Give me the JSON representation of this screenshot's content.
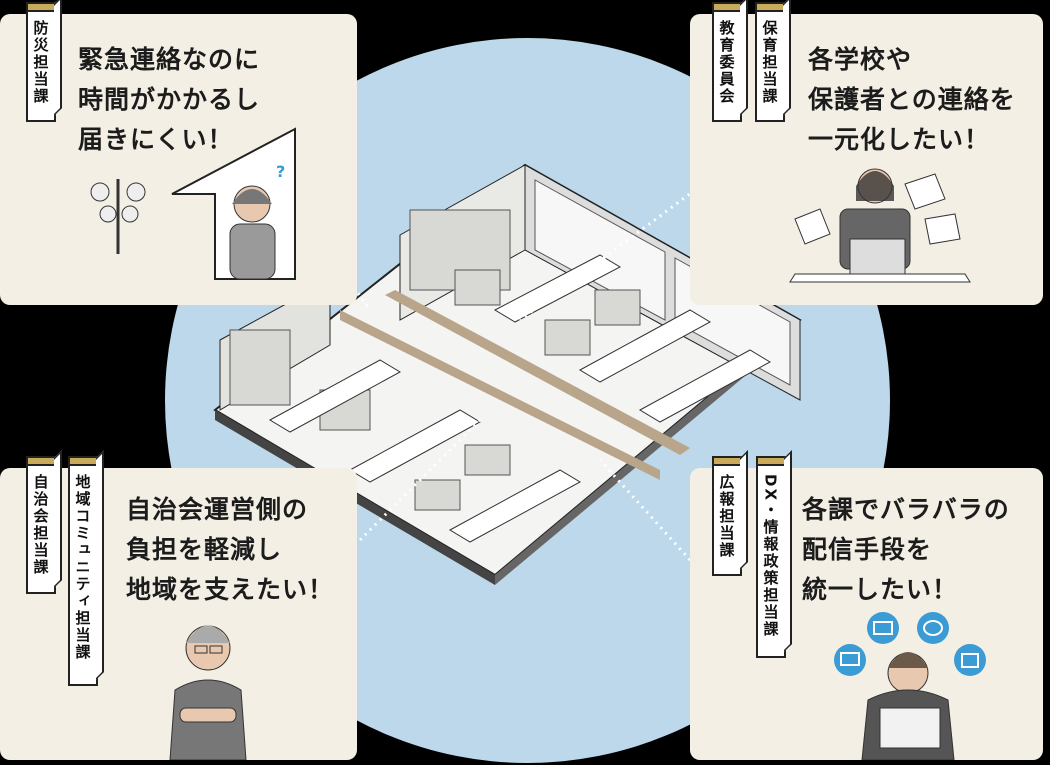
{
  "panels": [
    {
      "id": "disaster",
      "tags": [
        "防災担当課"
      ],
      "message": [
        "緊急連絡なのに",
        "時間がかかるし",
        "届きにくい！"
      ]
    },
    {
      "id": "education",
      "tags": [
        "教育委員会",
        "保育担当課"
      ],
      "message": [
        "各学校や",
        "保護者との連絡を",
        "一元化したい！"
      ]
    },
    {
      "id": "community",
      "tags": [
        "自治会担当課",
        "地域コミュニティ担当課"
      ],
      "message": [
        "自治会運営側の",
        "負担を軽減し",
        "地域を支えたい！"
      ]
    },
    {
      "id": "pr",
      "tags": [
        "広報担当課",
        "DX・情報政策担当課"
      ],
      "message": [
        "各課でバラバラの",
        "配信手段を",
        "統一したい！"
      ]
    }
  ],
  "colors": {
    "background": "#000000",
    "circle": "#bcd8ea",
    "card": "#f3efe4",
    "tag_top": "#c9a95a",
    "icon_blue": "#3a9bd5"
  },
  "icons": [
    "speaker-icon",
    "question-icon",
    "mail-icon",
    "chat-icon",
    "computer-icon",
    "fax-icon"
  ]
}
